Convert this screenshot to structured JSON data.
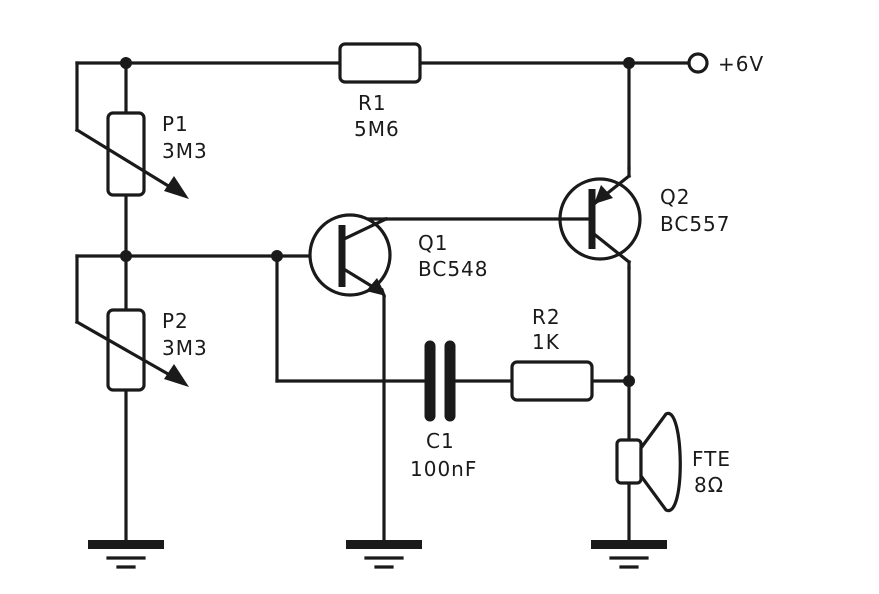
{
  "supply": {
    "label": "+6V"
  },
  "components": {
    "r1": {
      "ref": "R1",
      "value": "5M6"
    },
    "p1": {
      "ref": "P1",
      "value": "3M3"
    },
    "p2": {
      "ref": "P2",
      "value": "3M3"
    },
    "q1": {
      "ref": "Q1",
      "value": "BC548"
    },
    "q2": {
      "ref": "Q2",
      "value": "BC557"
    },
    "r2": {
      "ref": "R2",
      "value": "1K"
    },
    "c1": {
      "ref": "C1",
      "value": "100nF"
    },
    "fte": {
      "ref": "FTE",
      "value": "8Ω"
    }
  }
}
